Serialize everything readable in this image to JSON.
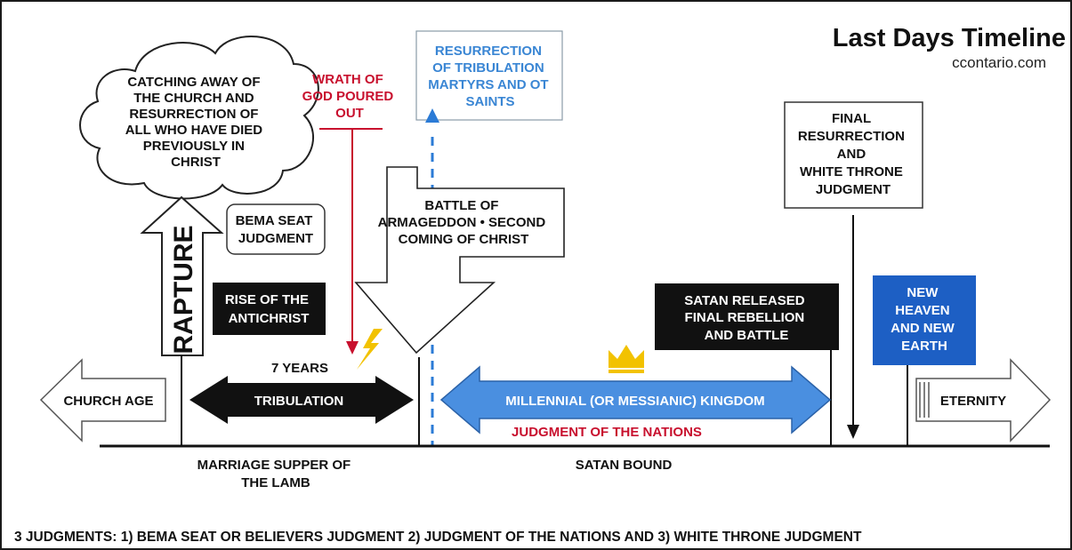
{
  "header": {
    "title": "Last Days Timeline",
    "source": "ccontario.com"
  },
  "cloud": {
    "lines": [
      "CATCHING AWAY OF",
      "THE CHURCH AND",
      "RESURRECTION OF",
      "ALL WHO HAVE DIED",
      "PREVIOUSLY IN",
      "CHRIST"
    ]
  },
  "rapture": {
    "label": "RAPTURE"
  },
  "bema": {
    "lines": [
      "BEMA SEAT",
      "JUDGMENT"
    ]
  },
  "antichrist": {
    "lines": [
      "RISE OF THE",
      "ANTICHRIST"
    ]
  },
  "wrath": {
    "lines": [
      "WRATH OF",
      "GOD POURED",
      "OUT"
    ]
  },
  "martyrs": {
    "lines": [
      "RESURRECTION",
      "OF TRIBULATION",
      "MARTYRS AND OT",
      "SAINTS"
    ]
  },
  "armageddon": {
    "lines": [
      "BATTLE OF",
      "ARMAGEDDON • SECOND",
      "COMING OF CHRIST"
    ]
  },
  "final_resurrection": {
    "lines": [
      "FINAL",
      "RESURRECTION",
      "AND",
      "WHITE THRONE",
      "JUDGMENT"
    ]
  },
  "satan_released": {
    "lines": [
      "SATAN RELEASED",
      "FINAL REBELLION",
      "AND BATTLE"
    ]
  },
  "new_heaven": {
    "lines": [
      "NEW",
      "HEAVEN",
      "AND NEW",
      "EARTH"
    ]
  },
  "timeline": {
    "church_age": "CHURCH AGE",
    "seven_years": "7 YEARS",
    "tribulation": "TRIBULATION",
    "millennial": "MILLENNIAL (OR MESSIANIC) KINGDOM",
    "judgment_nations": "JUDGMENT OF THE NATIONS",
    "eternity": "ETERNITY",
    "marriage_supper": [
      "MARRIAGE SUPPER OF",
      "THE LAMB"
    ],
    "satan_bound": "SATAN BOUND"
  },
  "footer": {
    "note": "3 JUDGMENTS: 1) BEMA SEAT OR BELIEVERS JUDGMENT 2) JUDGMENT OF THE NATIONS AND 3) WHITE THRONE JUDGMENT"
  },
  "colors": {
    "black": "#111111",
    "blue_text": "#3a86d4",
    "red": "#c8102e",
    "millennial_blue": "#4a8fe0",
    "new_heaven_blue": "#1d5fc4",
    "gold": "#f2c200"
  }
}
